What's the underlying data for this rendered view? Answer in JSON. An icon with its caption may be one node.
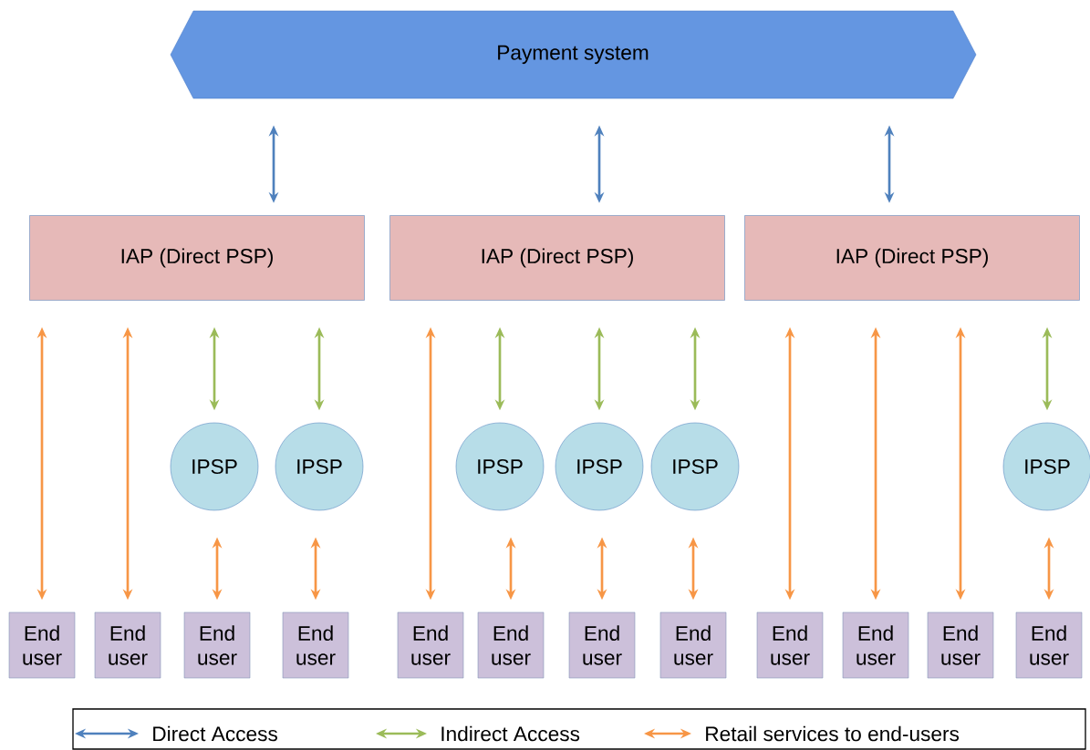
{
  "diagram": {
    "nodes": [
      {
        "text": [
          "Payment system"
        ]
      },
      {
        "text": [
          "IAP (Direct PSP)"
        ]
      },
      {
        "text": [
          "IAP (Direct PSP)"
        ]
      },
      {
        "text": [
          "IAP (Direct PSP)"
        ]
      },
      {
        "text": [
          "IPSP"
        ]
      },
      {
        "text": [
          "IPSP"
        ]
      },
      {
        "text": [
          "IPSP"
        ]
      },
      {
        "text": [
          "IPSP"
        ]
      },
      {
        "text": [
          "IPSP"
        ]
      },
      {
        "text": [
          "IPSP"
        ]
      },
      {
        "text": [
          "End user"
        ]
      },
      {
        "text": [
          "End user"
        ]
      },
      {
        "text": [
          "End user"
        ]
      },
      {
        "text": [
          "End user"
        ]
      },
      {
        "text": [
          "End user"
        ]
      },
      {
        "text": [
          "End user"
        ]
      },
      {
        "text": [
          "End user"
        ]
      },
      {
        "text": [
          "End user"
        ]
      },
      {
        "text": [
          "End user"
        ]
      },
      {
        "text": [
          "End user"
        ]
      },
      {
        "text": [
          "End user"
        ]
      },
      {
        "text": [
          "End user"
        ]
      }
    ],
    "edges": [
      {
        "from": 0,
        "to": 1,
        "arrow": "both",
        "color": "#4f81bd"
      },
      {
        "from": 0,
        "to": 2,
        "arrow": "both",
        "color": "#4f81bd"
      },
      {
        "from": 0,
        "to": 3,
        "arrow": "both",
        "color": "#4f81bd"
      },
      {
        "from": 1,
        "to": 10,
        "arrow": "both"
      },
      {
        "from": 1,
        "to": 11,
        "arrow": "both"
      },
      {
        "from": 1,
        "to": 4,
        "arrow": "both",
        "color": "#9bbb59"
      },
      {
        "from": 1,
        "to": 5,
        "arrow": "both",
        "color": "#9bbb59"
      },
      {
        "from": 4,
        "to": 12,
        "arrow": "both"
      },
      {
        "from": 5,
        "to": 13,
        "arrow": "both"
      },
      {
        "from": 2,
        "to": 14,
        "arrow": "both"
      },
      {
        "from": 2,
        "to": 6,
        "arrow": "both",
        "color": "#9bbb59"
      },
      {
        "from": 2,
        "to": 7,
        "arrow": "both",
        "color": "#9bbb59"
      },
      {
        "from": 2,
        "to": 8,
        "arrow": "both",
        "color": "#9bbb59"
      },
      {
        "from": 6,
        "to": 15,
        "arrow": "both"
      },
      {
        "from": 7,
        "to": 16,
        "arrow": "both"
      },
      {
        "from": 8,
        "to": 17,
        "arrow": "both"
      },
      {
        "from": 3,
        "to": 18,
        "arrow": "both"
      },
      {
        "from": 3,
        "to": 19,
        "arrow": "both"
      },
      {
        "from": 3,
        "to": 20,
        "arrow": "both"
      },
      {
        "from": 3,
        "to": 9,
        "arrow": "both",
        "color": "#9bbb59"
      },
      {
        "from": 9,
        "to": 21,
        "arrow": "both"
      }
    ],
    "legend": [
      {
        "text": "Direct Access"
      },
      {
        "text": "Indirect Access"
      },
      {
        "text": "Retail services to end-users"
      }
    ]
  }
}
